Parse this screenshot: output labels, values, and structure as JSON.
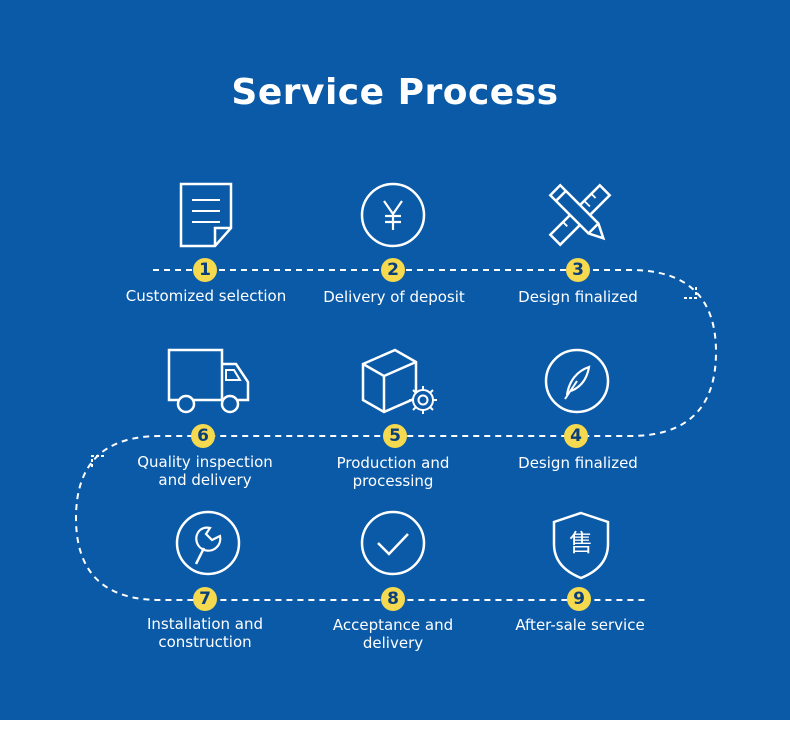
{
  "title": "Service Process",
  "colors": {
    "background": "#0a5aa8",
    "accent": "#f5d94e",
    "line": "#ffffff"
  },
  "steps": [
    {
      "number": "1",
      "icon": "document-icon",
      "label_lines": [
        "Customized selection"
      ]
    },
    {
      "number": "2",
      "icon": "yen-coin-icon",
      "label_lines": [
        "Delivery of deposit"
      ]
    },
    {
      "number": "3",
      "icon": "pencil-ruler-icon",
      "label_lines": [
        "Design finalized"
      ]
    },
    {
      "number": "4",
      "icon": "feather-pen-icon",
      "label_lines": [
        "Design finalized"
      ]
    },
    {
      "number": "5",
      "icon": "box-gear-icon",
      "label_lines": [
        "Production and",
        "processing"
      ]
    },
    {
      "number": "6",
      "icon": "truck-icon",
      "label_lines": [
        "Quality inspection",
        "and delivery"
      ]
    },
    {
      "number": "7",
      "icon": "wrench-icon",
      "label_lines": [
        "Installation and",
        "construction"
      ]
    },
    {
      "number": "8",
      "icon": "checkmark-circle-icon",
      "label_lines": [
        "Acceptance and",
        "delivery"
      ]
    },
    {
      "number": "9",
      "icon": "shield-service-icon",
      "label_lines": [
        "After-sale service"
      ]
    }
  ]
}
